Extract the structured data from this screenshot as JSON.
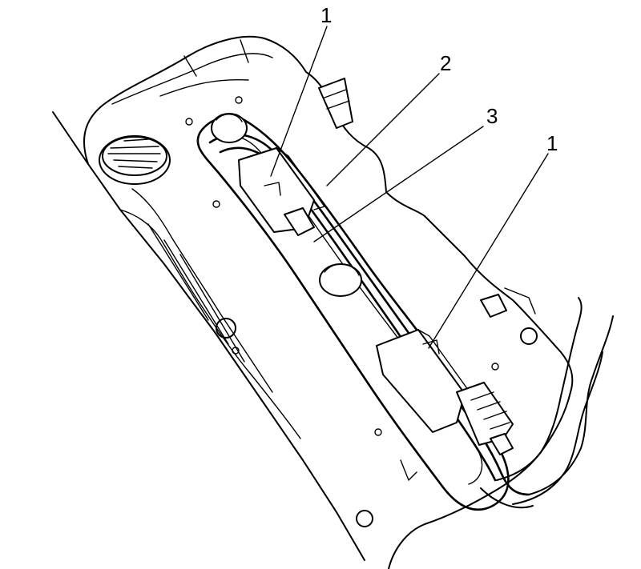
{
  "callouts": {
    "part_1_top": "1",
    "part_2": "2",
    "part_3": "3",
    "part_1_lower": "1"
  }
}
